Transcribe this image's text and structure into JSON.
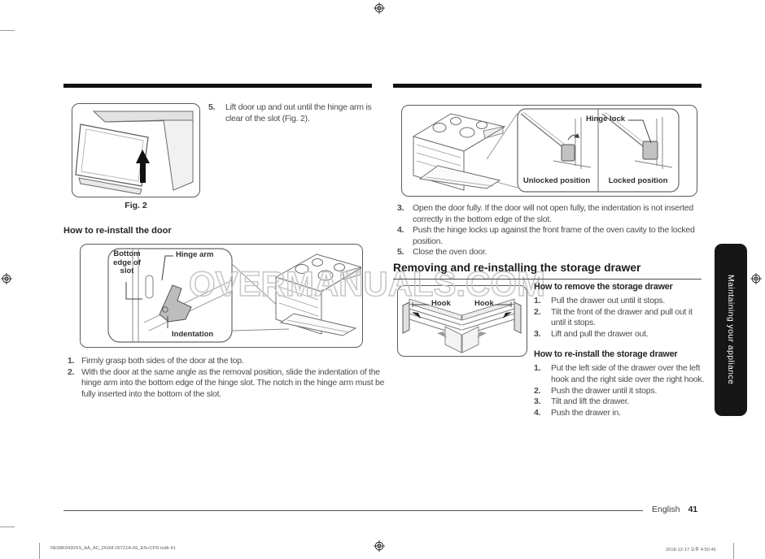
{
  "page": {
    "watermark": "OVERMANUALS.COM",
    "sidebar_tab_label": "Maintaining your appliance",
    "footer": {
      "language_label": "English",
      "page_number": "41",
      "print_file_line": "NE58K9430SS_AA_AC_DG68-00721A-06_EN+CFR.indb   41",
      "print_timestamp": "2018-12-17   오후 4:50:45"
    },
    "icons": {
      "registration_mark": "crosshair-target"
    },
    "colors": {
      "body_text": "#4b4b4b",
      "heading_text": "#1c1c1c",
      "divider_bar": "#121212",
      "watermark_gray": "#c8c8c8",
      "sidebar_bg": "#161616",
      "sidebar_text": "#ffffff"
    }
  },
  "left_column": {
    "step5": {
      "num": "5.",
      "text": "Lift door up and out until the hinge arm is clear of the slot (Fig. 2)."
    },
    "fig2_caption": "Fig. 2",
    "reinstall_door": {
      "heading": "How to re-install the door",
      "figure_labels": {
        "bottom_edge_of_slot": "Bottom edge of slot",
        "hinge_arm": "Hinge arm",
        "indentation": "Indentation"
      },
      "steps": [
        {
          "num": "1.",
          "text": "Firmly grasp both sides of the door at the top."
        },
        {
          "num": "2.",
          "text": "With the door at the same angle as the removal position, slide the indentation of the hinge arm into the bottom edge of the hinge slot. The notch in the hinge arm must be fully inserted into the bottom of the slot."
        }
      ]
    }
  },
  "right_column": {
    "hinge_figure_labels": {
      "hinge_lock": "Hinge lock",
      "unlocked": "Unlocked position",
      "locked": "Locked position"
    },
    "steps": [
      {
        "num": "3.",
        "text": "Open the door fully. If the door will not open fully, the indentation is not inserted correctly in the bottom edge of the slot."
      },
      {
        "num": "4.",
        "text": "Push the hinge locks up against the front frame of the oven cavity to the locked position."
      },
      {
        "num": "5.",
        "text": "Close the oven door."
      }
    ],
    "drawer_section": {
      "heading": "Removing and re-installing the storage drawer",
      "figure_labels": {
        "hook_left": "Hook",
        "hook_right": "Hook"
      },
      "remove": {
        "heading": "How to remove the storage drawer",
        "steps": [
          {
            "num": "1.",
            "text": "Pull the drawer out until it stops."
          },
          {
            "num": "2.",
            "text": "Tilt the front of the drawer and pull out it until it stops."
          },
          {
            "num": "3.",
            "text": "Lift and pull the drawer out."
          }
        ]
      },
      "reinstall": {
        "heading": "How to re-install the storage drawer",
        "steps": [
          {
            "num": "1.",
            "text": "Put the left side of the drawer over the left hook and the right side over the right hook."
          },
          {
            "num": "2.",
            "text": "Push the drawer until it stops."
          },
          {
            "num": "3.",
            "text": "Tilt and lift the drawer."
          },
          {
            "num": "4.",
            "text": "Push the drawer in."
          }
        ]
      }
    }
  }
}
